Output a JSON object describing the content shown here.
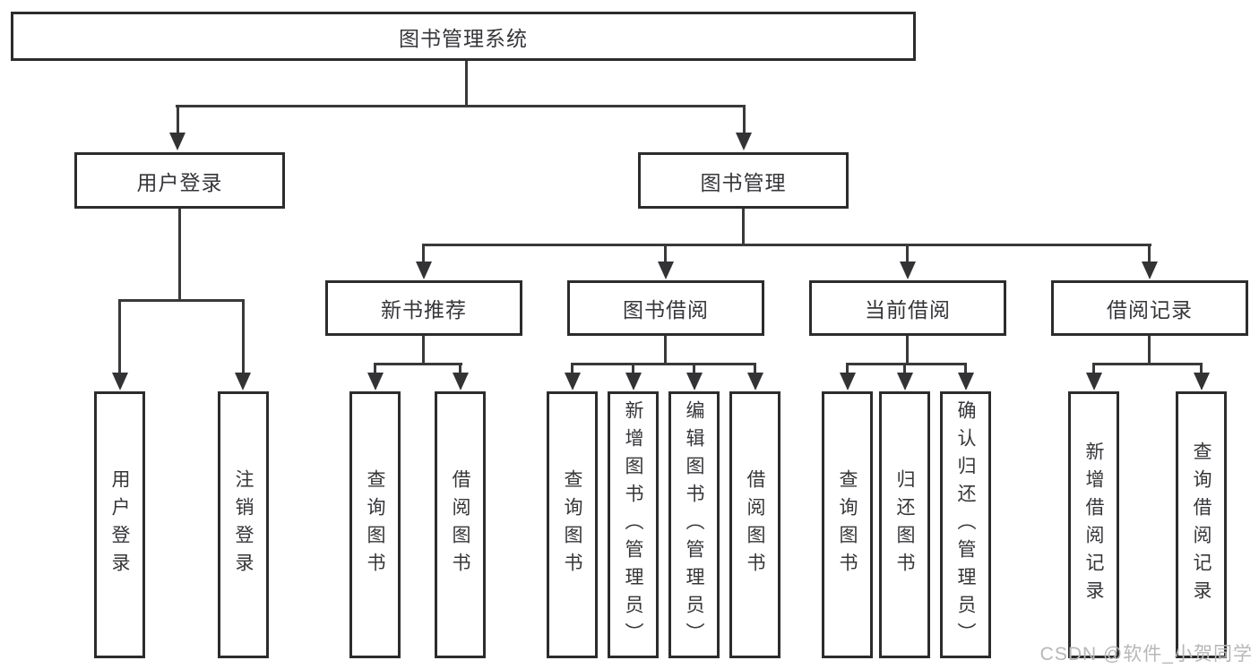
{
  "diagram": {
    "title": "图书管理系统",
    "root": {
      "label": "图书管理系统"
    },
    "branches": [
      {
        "label": "用户登录",
        "children": [
          {
            "label": "用户登录"
          },
          {
            "label": "注销登录"
          }
        ]
      },
      {
        "label": "图书管理",
        "children": [
          {
            "label": "新书推荐",
            "children": [
              {
                "label": "查询图书"
              },
              {
                "label": "借阅图书"
              }
            ]
          },
          {
            "label": "图书借阅",
            "children": [
              {
                "label": "查询图书"
              },
              {
                "label": "新增图书（管理员）"
              },
              {
                "label": "编辑图书（管理员）"
              },
              {
                "label": "借阅图书"
              }
            ]
          },
          {
            "label": "当前借阅",
            "children": [
              {
                "label": "查询图书"
              },
              {
                "label": "归还图书"
              },
              {
                "label": "确认归还（管理员）"
              }
            ]
          },
          {
            "label": "借阅记录",
            "children": [
              {
                "label": "新增借阅记录"
              },
              {
                "label": "查询借阅记录"
              }
            ]
          }
        ]
      }
    ]
  },
  "watermark": {
    "text": "CSDN @软件_小贺同学"
  },
  "colors": {
    "background": "#ffffff",
    "box_border": "#2c2c2c",
    "connector_line": "#39393b",
    "text": "#36363a",
    "watermark": "#b7b7b7"
  }
}
